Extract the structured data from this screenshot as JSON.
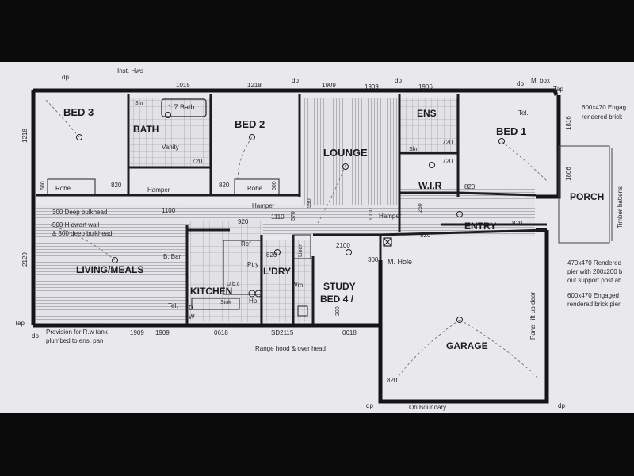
{
  "rooms": {
    "bed3": "BED 3",
    "bath": "BATH",
    "bed2": "BED 2",
    "lounge": "LOUNGE",
    "ens": "ENS",
    "bed1": "BED 1",
    "wir": "W.I.R",
    "porch": "PORCH",
    "entry": "ENTRY",
    "living": "LIVING/MEALS",
    "kitchen": "KITCHEN",
    "ldry": "L'DRY",
    "study": "STUDY",
    "bed4": "BED 4 /",
    "garage": "GARAGE"
  },
  "fixtures": {
    "bath_17": "1.7 Bath",
    "vanity": "Vanity",
    "shr_bath": "Shr",
    "shr_ens": "Shr",
    "robe_bed3": "Robe",
    "robe_bed2": "Robe",
    "hamper_1": "Hamper",
    "hamper_2": "Hamper",
    "hamper_3": "Hamper",
    "linen": "Linen",
    "ref": "Ref",
    "ptry": "Ptry",
    "bbar": "B. Bar",
    "ubc": "U.b.c",
    "hp": "Hp",
    "sink": "Sink",
    "wm": "Wm",
    "mhole": "M. Hole",
    "tel_1": "Tel.",
    "tel_2": "Tel.",
    "d": "D",
    "w": "W",
    "panel_door": "Panel lift up door",
    "timber": "Timber battens"
  },
  "notes": {
    "inst_hws": "Inst. Hws",
    "mbox": "M. box",
    "tap_tr": "Tap",
    "tap_bl": "Tap",
    "dp_1": "dp",
    "dp_2": "dp",
    "dp_3": "dp",
    "dp_4": "dp",
    "dp_5": "dp",
    "dp_6": "dp",
    "dp_7": "dp",
    "bulkhead": "300 Deep bulkhead",
    "dwarf_1": "900 H dwarf wall",
    "dwarf_2": "& 300 deep bulkhead",
    "tank_1": "Provision for R.w tank",
    "tank_2": "plumbed to ens. pan",
    "rangehood": "Range hood & over head",
    "onboundary": "On Boundary",
    "pier1_1": "600x470 Engag",
    "pier1_2": "rendered brick",
    "pier2_1": "470x470 Rendered",
    "pier2_2": "pier with 200x200 b",
    "pier2_3": "out support post ab",
    "pier3_1": "600x470 Engaged",
    "pier3_2": "rendered brick pier"
  },
  "dims": {
    "d1015": "1015",
    "d1218_top": "1218",
    "d1909_top": "1909",
    "d1909_top2": "1909",
    "d1906": "1906",
    "d1218_left": "1218",
    "d2129": "2129",
    "d600_left": "600",
    "d600_robe": "600",
    "d820_bed3": "820",
    "d820_bed2": "820",
    "d720_bath": "720",
    "d720_ens": "720",
    "d720_wir": "720",
    "d820_bed1": "820",
    "d820_entry": "820",
    "d820_porch": "820",
    "d820_entry2": "820",
    "d1816": "1816",
    "d1806": "1806",
    "d1100": "1100",
    "d1110": "1110",
    "d920": "920",
    "d820_ldry": "820",
    "d2100": "2100",
    "d300": "300",
    "d1010": "1010",
    "d570": "570",
    "d250": "250",
    "d590": "590",
    "d200": "200",
    "d1909_b1": "1909",
    "d1909_b2": "1909",
    "d0618_1": "0618",
    "d0618_2": "0618",
    "dSD2115": "SD2115",
    "d820_garage": "820"
  }
}
